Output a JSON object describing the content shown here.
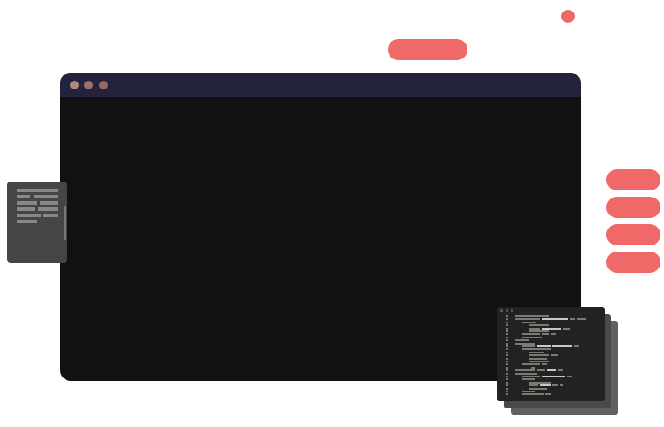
{
  "colors": {
    "accent": "#ef6969",
    "window_body": "#111111",
    "window_titlebar": "#23233d",
    "traffic_dots": [
      "#b08a7c",
      "#9c7268",
      "#966a5e"
    ],
    "document_card": "#474543",
    "code_window": "#222222"
  },
  "illustration": {
    "main_window": {
      "icon": "browser-window-icon"
    },
    "side_document": {
      "icon": "document-icon"
    },
    "code_editor": {
      "icon": "code-editor-icon",
      "stack_layers": 3
    },
    "decorations": {
      "pills_right": 4,
      "pill_top": 1,
      "dot_top": 1
    }
  }
}
